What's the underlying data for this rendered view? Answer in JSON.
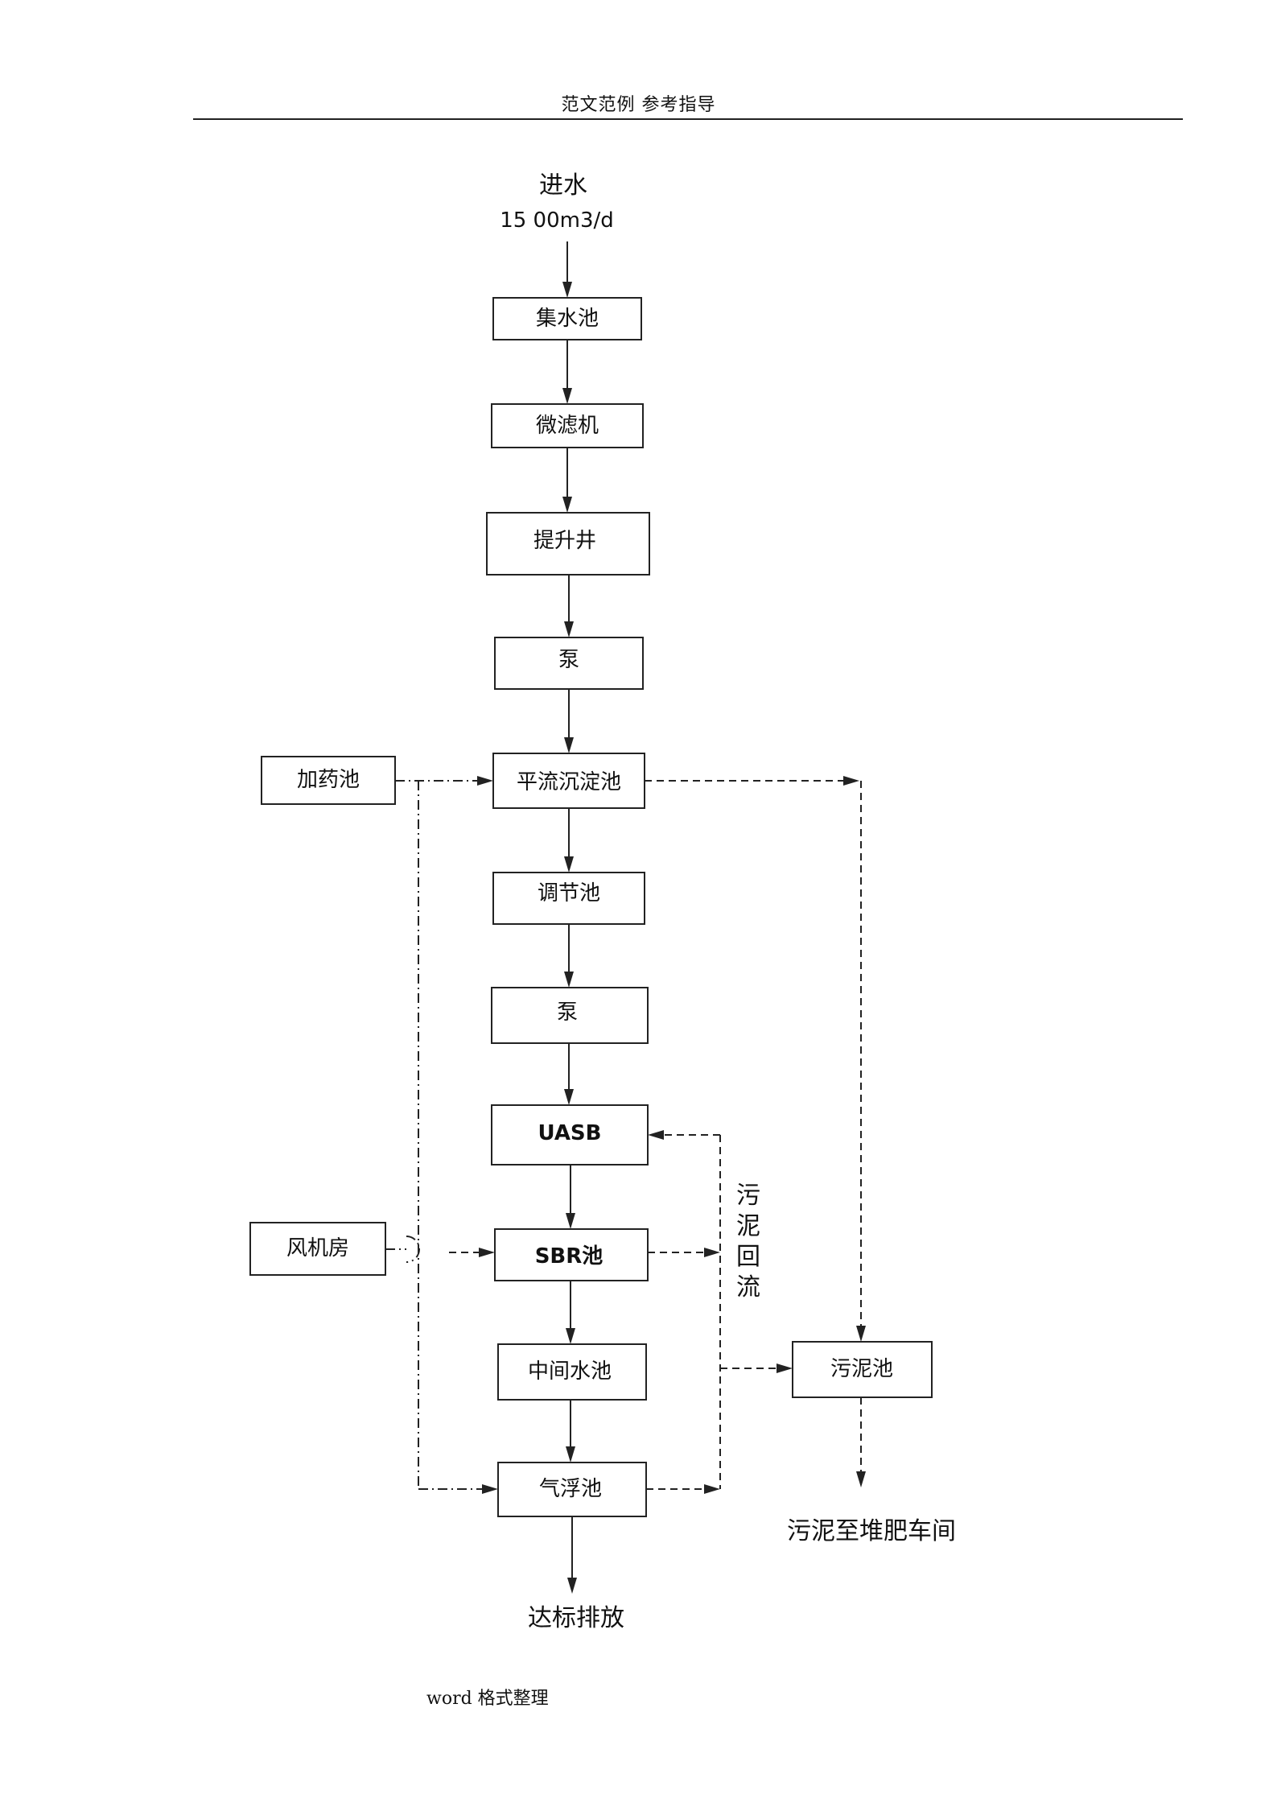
{
  "header": {
    "text": "范文范例   参考指导"
  },
  "footer": {
    "text": "word 格式整理"
  },
  "inlet": {
    "label": "进水",
    "flow": "15 00m3/d"
  },
  "boxes": {
    "collection_tank": "集水池",
    "micro_filter": "微滤机",
    "lift_well": "提升井",
    "pump_1": "泵",
    "dosing_tank": "加药池",
    "sedimentation_tank": "平流沉淀池",
    "equalization_tank": "调节池",
    "pump_2": "泵",
    "uasb": "UASB",
    "blower_room": "风机房",
    "sbr_tank": "SBR池",
    "intermediate_tank": "中间水池",
    "flotation_tank": "气浮池",
    "sludge_tank": "污泥池"
  },
  "labels": {
    "sludge_return": [
      "污",
      "泥",
      "回",
      "流"
    ],
    "sludge_destination": "污泥至堆肥车间",
    "outlet": "达标排放"
  },
  "legend_styles": {
    "water_flow": "solid",
    "sludge_flow": "dashed",
    "dosing_air_flow": "dash-dot"
  }
}
